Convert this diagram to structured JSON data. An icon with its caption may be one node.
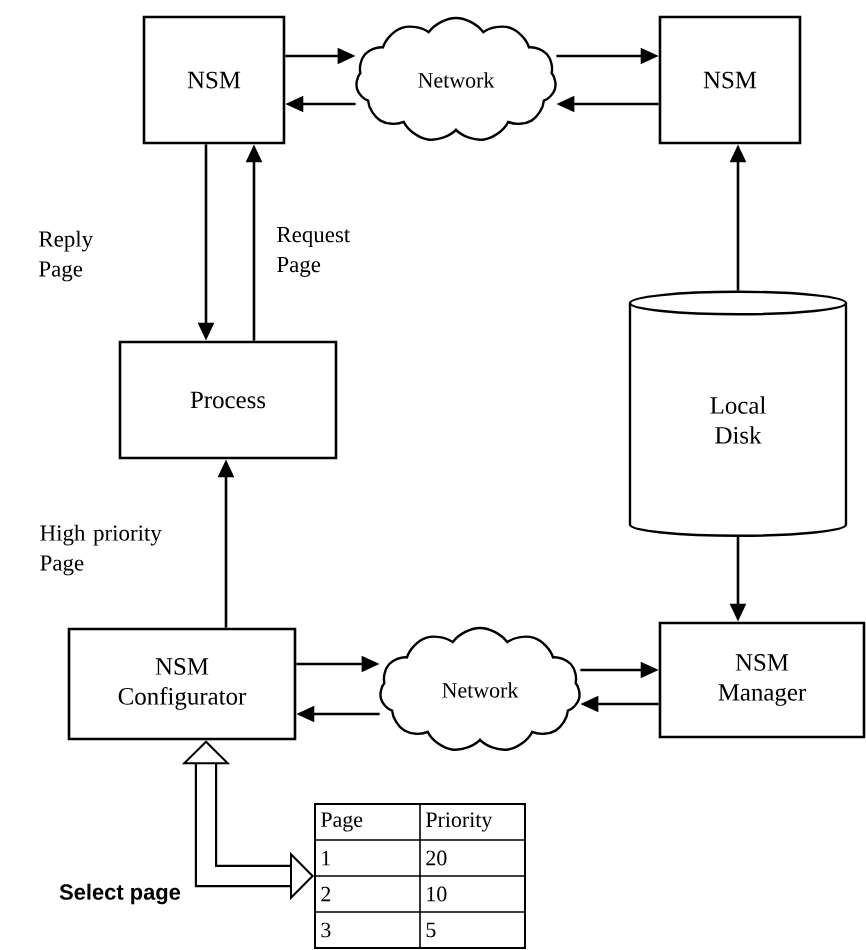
{
  "diagram": {
    "nodes": [
      {
        "text": [
          "NSM"
        ]
      },
      {
        "text": [
          "Network"
        ]
      },
      {
        "text": [
          "NSM"
        ]
      },
      {
        "text": [
          "Process"
        ]
      },
      {
        "text": [
          "Local Disk"
        ]
      },
      {
        "text": [
          "NSM Configurator"
        ]
      },
      {
        "text": [
          "Network"
        ]
      },
      {
        "text": [
          "NSM Manager"
        ]
      },
      {
        "text": [],
        "shape": "box"
      }
    ],
    "edges": [
      {
        "from": 0,
        "to": 1,
        "arrow": "to"
      },
      {
        "from": 1,
        "to": 0,
        "arrow": "to"
      },
      {
        "from": 1,
        "to": 2,
        "arrow": "to"
      },
      {
        "from": 2,
        "to": 1,
        "arrow": "to"
      },
      {
        "from": 0,
        "to": 3,
        "arrow": "to",
        "label": "Reply Page"
      },
      {
        "from": 3,
        "to": 0,
        "arrow": "to",
        "label": "Request Page"
      },
      {
        "from": 4,
        "to": 2,
        "arrow": "to"
      },
      {
        "from": 4,
        "to": 7,
        "arrow": "to"
      },
      {
        "from": 5,
        "to": 3,
        "arrow": "to",
        "label": "High priority Page"
      },
      {
        "from": 5,
        "to": 6,
        "arrow": "to"
      },
      {
        "from": 6,
        "to": 5,
        "arrow": "to"
      },
      {
        "from": 6,
        "to": 7,
        "arrow": "to"
      },
      {
        "from": 7,
        "to": 6,
        "arrow": "to"
      },
      {
        "from": 5,
        "to": 8,
        "arrow": "both",
        "style": "thick",
        "label": "Select page"
      }
    ],
    "labels": [
      "Page",
      "Priority",
      "1",
      "20",
      "2",
      "10",
      "3",
      "5"
    ]
  }
}
